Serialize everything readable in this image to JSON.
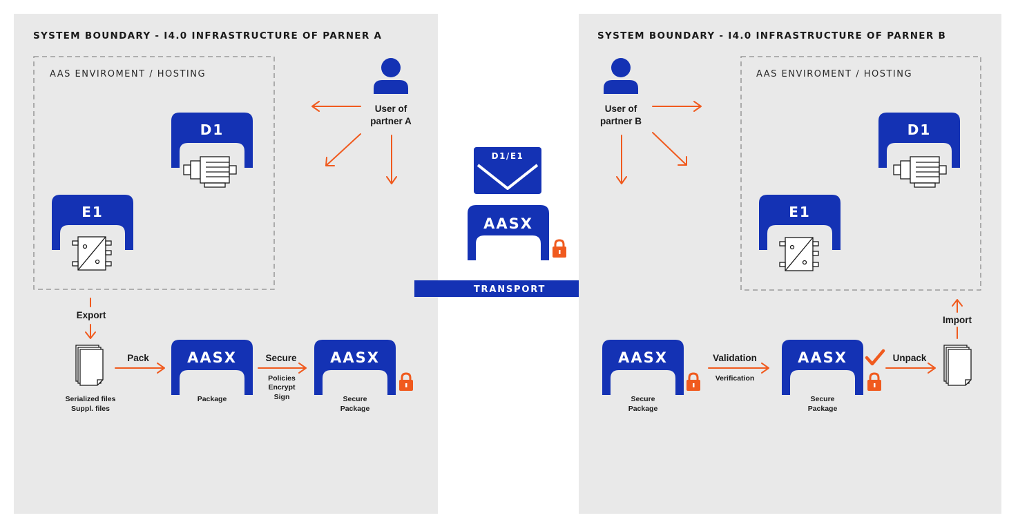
{
  "colors": {
    "blue": "#1432b4",
    "orange": "#f05a1e",
    "panel": "#e9e9e9"
  },
  "left": {
    "title": "SYSTEM BOUNDARY - I4.0 INFRASTRUCTURE OF PARNER A",
    "env": "AAS ENVIROMENT / HOSTING",
    "d1": "D1",
    "e1": "E1",
    "user": [
      "User of",
      "partner A"
    ],
    "export": "Export",
    "files": [
      "Serialized files",
      "Suppl. files"
    ],
    "pack": "Pack",
    "package_tag": "AASX",
    "package_caption": "Package",
    "secure": "Secure",
    "secure_steps": [
      "Policies",
      "Encrypt",
      "Sign"
    ],
    "secure_tag": "AASX",
    "secure_caption": [
      "Secure",
      "Package"
    ]
  },
  "middle": {
    "envelope": "D1/E1",
    "aasx": "AASX",
    "transport": "TRANSPORT"
  },
  "right": {
    "title": "SYSTEM BOUNDARY - I4.0 INFRASTRUCTURE OF PARNER B",
    "env": "AAS ENVIROMENT / HOSTING",
    "d1": "D1",
    "e1": "E1",
    "user": [
      "User of",
      "partner B"
    ],
    "pkg1_tag": "AASX",
    "pkg1_caption": [
      "Secure",
      "Package"
    ],
    "validation": "Validation",
    "verification": "Verification",
    "pkg2_tag": "AASX",
    "pkg2_caption": [
      "Secure",
      "Package"
    ],
    "unpack": "Unpack",
    "import": "Import"
  }
}
